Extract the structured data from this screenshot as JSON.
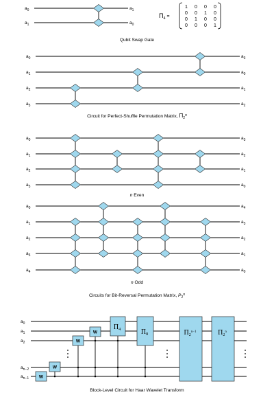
{
  "swap": {
    "labels_left": [
      "a0",
      "a1"
    ],
    "labels_right": [
      "a1",
      "a0"
    ],
    "matrix_label": "Π4 =",
    "matrix_rows": [
      "1 0 0 0",
      "0 0 1 0",
      "0 1 0 0",
      "0 0 0 1"
    ],
    "caption": "Qubit Swap Gate"
  },
  "perfect_shuffle": {
    "labels_left": [
      "a0",
      "a1",
      "a2",
      "a3"
    ],
    "labels_right": [
      "a3",
      "a0",
      "a1",
      "a2"
    ],
    "caption": "Circuit for Perfect-Shuffle Permutation Matrix, Π2n"
  },
  "bitrev_even": {
    "labels_left": [
      "a0",
      "a1",
      "a2",
      "a3"
    ],
    "labels_right": [
      "a3",
      "a2",
      "a1",
      "a0"
    ],
    "caption": "n Even"
  },
  "bitrev_odd": {
    "labels_left": [
      "a0",
      "a1",
      "a2",
      "a3",
      "a4"
    ],
    "labels_right": [
      "a4",
      "a3",
      "a2",
      "a1",
      "a0"
    ],
    "caption": "n Odd"
  },
  "bitrev_caption": "Circuits for Bit-Reversal Permutation Matrix, P2n",
  "haar": {
    "labels_left": [
      "a0",
      "a1",
      "a2",
      "an−2",
      "an−1"
    ],
    "w_label": "W",
    "block_labels": [
      "Π4",
      "Π8",
      "Π2n−1",
      "Π2n"
    ],
    "caption": "Block-Level Circuit for Haar Wavelet Transform"
  }
}
